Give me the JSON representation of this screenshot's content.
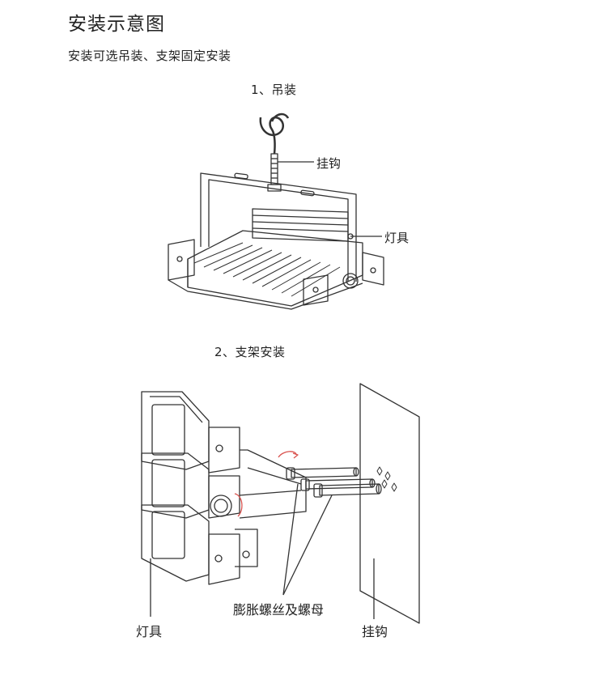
{
  "header": {
    "title": "安装示意图",
    "subtitle": "安装可选吊装、支架固定安装"
  },
  "section1": {
    "heading": "1、吊装",
    "labels": {
      "hook": "挂钩",
      "lamp": "灯具"
    }
  },
  "section2": {
    "heading": "2、支架安装",
    "labels": {
      "screws": "膨胀螺丝及螺母",
      "lamp": "灯具",
      "hook": "挂钩"
    }
  },
  "colors": {
    "line": "#333333",
    "accent": "#d9534f"
  }
}
